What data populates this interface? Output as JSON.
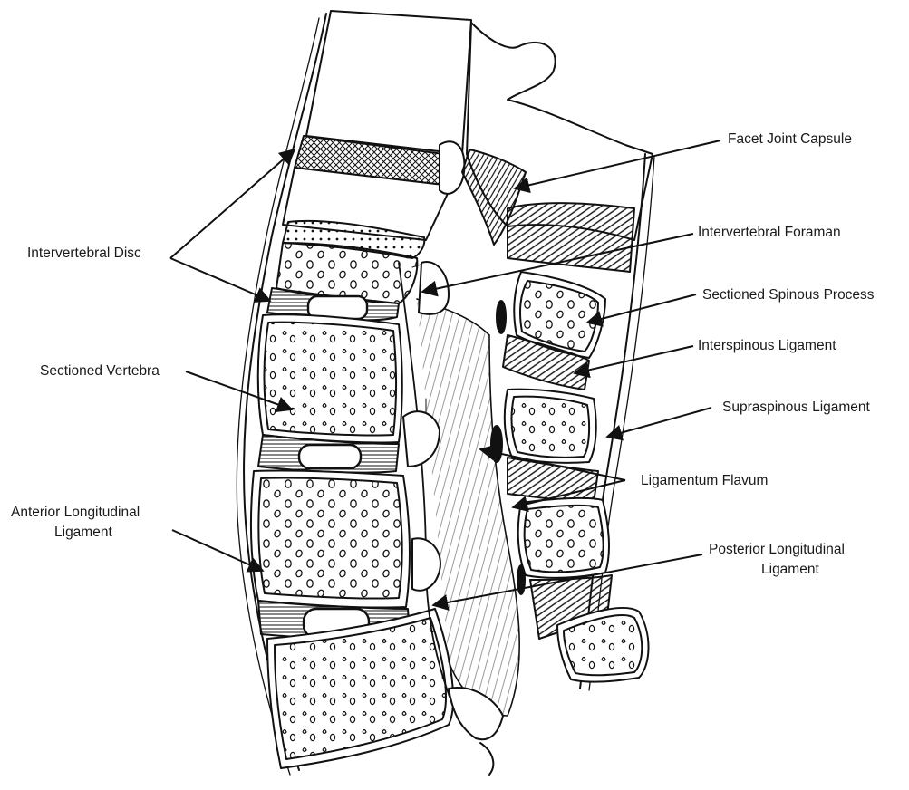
{
  "labels": {
    "facet_joint_capsule": "Facet Joint Capsule",
    "intervertebral_foraman": "Intervertebral Foraman",
    "sectioned_spinous_process": "Sectioned Spinous Process",
    "interspinous_ligament": "Interspinous Ligament",
    "supraspinous_ligament": "Supraspinous Ligament",
    "ligamentum_flavum": "Ligamentum Flavum",
    "posterior_longitudinal_ligament_1": "Posterior Longitudinal",
    "posterior_longitudinal_ligament_2": "Ligament",
    "intervertebral_disc": "Intervertebral Disc",
    "sectioned_vertebra": "Sectioned Vertebra",
    "anterior_longitudinal_ligament_1": "Anterior Longitudinal",
    "anterior_longitudinal_ligament_2": "Ligament"
  }
}
